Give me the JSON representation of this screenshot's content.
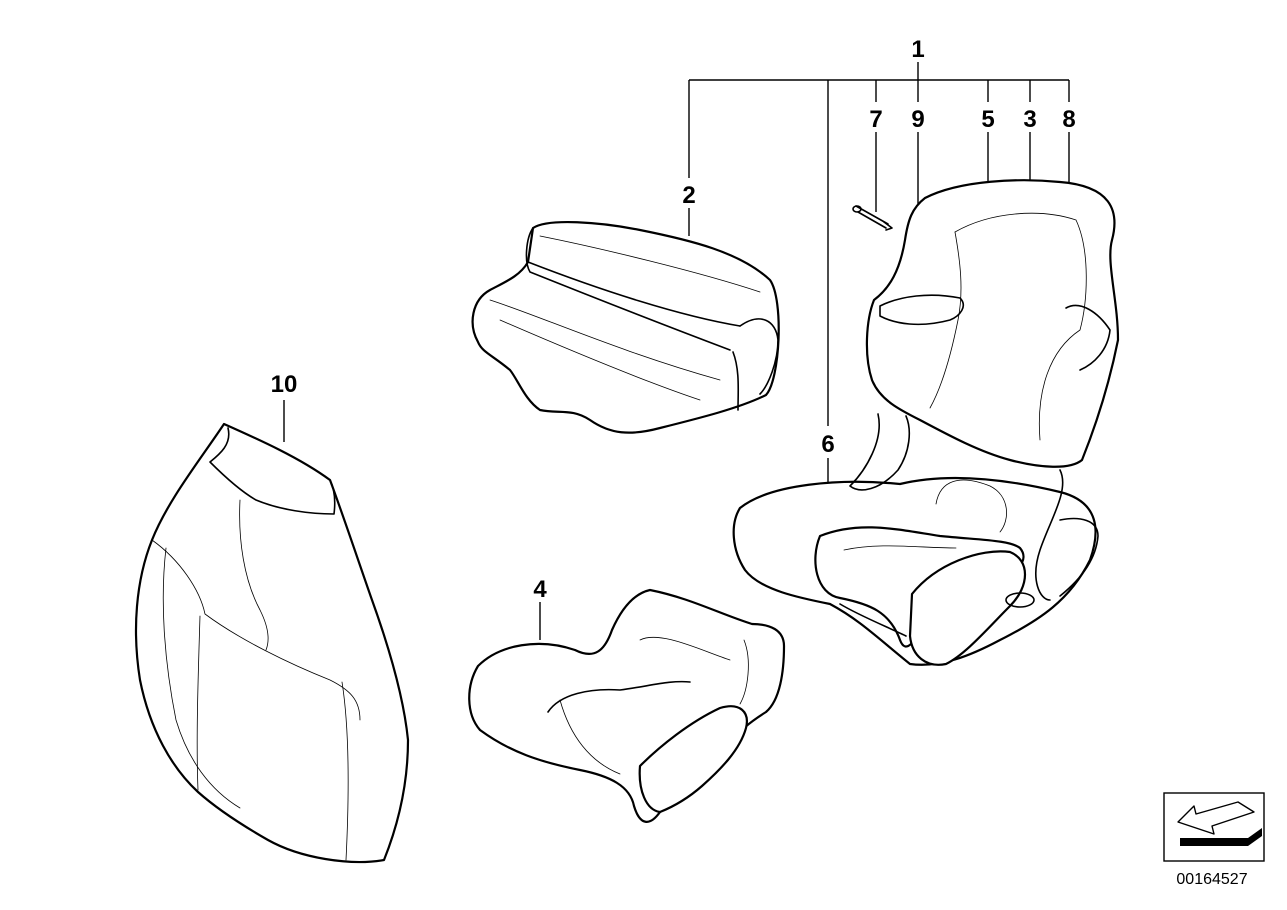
{
  "callouts": {
    "c1": "1",
    "c2": "2",
    "c3": "3",
    "c4": "4",
    "c5": "5",
    "c6": "6",
    "c7": "7",
    "c8": "8",
    "c9": "9",
    "c10": "10"
  },
  "document_number": "00164527",
  "icons": {
    "orientation": "arrow-icon"
  }
}
